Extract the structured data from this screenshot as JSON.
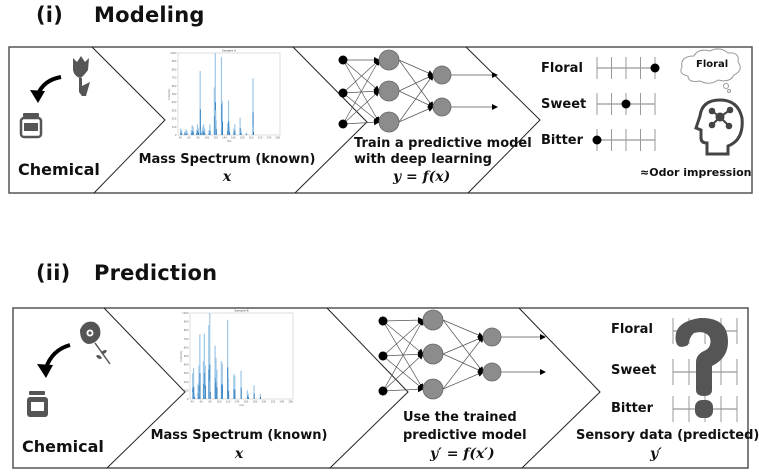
{
  "panels": [
    {
      "id": "modeling",
      "number": "(i)",
      "title": "Modeling",
      "chemical_label": "Chemical",
      "source_icon": "tulip-icon",
      "spectrum": {
        "label": "Mass Spectrum (known)",
        "symbol": "x",
        "plot_title": "Sample A",
        "xlabel": "m/z",
        "ylabel": "Intensity",
        "x_ticks": [
          40,
          60,
          80,
          100,
          120,
          140,
          160,
          180,
          200,
          220,
          240,
          260
        ],
        "y_ticks": [
          0,
          100,
          200,
          300,
          400,
          500,
          600,
          700,
          800,
          900,
          1000
        ],
        "peaks": [
          [
            41,
            80
          ],
          [
            43,
            60
          ],
          [
            50,
            40
          ],
          [
            53,
            70
          ],
          [
            55,
            50
          ],
          [
            65,
            60
          ],
          [
            67,
            120
          ],
          [
            69,
            100
          ],
          [
            77,
            60
          ],
          [
            79,
            130
          ],
          [
            81,
            80
          ],
          [
            85,
            780
          ],
          [
            87,
            60
          ],
          [
            91,
            100
          ],
          [
            93,
            130
          ],
          [
            95,
            80
          ],
          [
            105,
            60
          ],
          [
            107,
            130
          ],
          [
            117,
            580
          ],
          [
            119,
            1000
          ],
          [
            120,
            300
          ],
          [
            121,
            180
          ],
          [
            133,
            950
          ],
          [
            134,
            160
          ],
          [
            135,
            410
          ],
          [
            147,
            140
          ],
          [
            149,
            420
          ],
          [
            151,
            100
          ],
          [
            161,
            80
          ],
          [
            163,
            130
          ],
          [
            175,
            210
          ],
          [
            177,
            60
          ],
          [
            189,
            30
          ],
          [
            204,
            690
          ],
          [
            205,
            100
          ]
        ]
      },
      "model": {
        "label_line1": "Train a predictive model",
        "label_line2": "with deep learning",
        "equation": "y = f(x)"
      },
      "sensory": {
        "attributes": [
          {
            "name": "Floral",
            "level": 5,
            "scale_max": 5
          },
          {
            "name": "Sweet",
            "level": 3,
            "scale_max": 5
          },
          {
            "name": "Bitter",
            "level": 1,
            "scale_max": 5
          }
        ],
        "thought_bubble": "Floral",
        "caption": "≈Odor impression"
      }
    },
    {
      "id": "prediction",
      "number": "(ii)",
      "title": "Prediction",
      "chemical_label": "Chemical",
      "source_icon": "rose-icon",
      "spectrum": {
        "label": "Mass Spectrum (known)",
        "symbol": "x",
        "plot_title": "Sample B",
        "xlabel": "m/z",
        "ylabel": "Intensity",
        "x_ticks": [
          40,
          60,
          80,
          100,
          120,
          140,
          160,
          180,
          200,
          220,
          240,
          260
        ],
        "y_ticks": [
          0,
          100,
          200,
          300,
          400,
          500,
          600,
          700,
          800,
          900,
          1000
        ],
        "peaks": [
          [
            41,
            300
          ],
          [
            42,
            80
          ],
          [
            43,
            360
          ],
          [
            45,
            60
          ],
          [
            53,
            180
          ],
          [
            55,
            390
          ],
          [
            56,
            90
          ],
          [
            57,
            750
          ],
          [
            65,
            440
          ],
          [
            67,
            760
          ],
          [
            68,
            120
          ],
          [
            69,
            390
          ],
          [
            77,
            860
          ],
          [
            79,
            1000
          ],
          [
            80,
            210
          ],
          [
            91,
            620
          ],
          [
            93,
            480
          ],
          [
            95,
            340
          ],
          [
            105,
            440
          ],
          [
            107,
            410
          ],
          [
            119,
            920
          ],
          [
            121,
            240
          ],
          [
            133,
            290
          ],
          [
            135,
            270
          ],
          [
            149,
            330
          ],
          [
            163,
            100
          ],
          [
            165,
            60
          ],
          [
            178,
            160
          ],
          [
            192,
            60
          ]
        ]
      },
      "model": {
        "label_line1": "Use the trained",
        "label_line2": "predictive model",
        "equation": "y′ = f(x′)"
      },
      "sensory": {
        "attributes": [
          {
            "name": "Floral",
            "level": null,
            "scale_max": 5
          },
          {
            "name": "Sweet",
            "level": null,
            "scale_max": 5
          },
          {
            "name": "Bitter",
            "level": null,
            "scale_max": 5
          }
        ],
        "overlay_icon": "question-mark-icon",
        "caption": "Sensory data (predicted)",
        "symbol": "y′"
      }
    }
  ],
  "colors": {
    "stroke": "#222222",
    "frame": "#555555",
    "node_hidden": "#8c8c8c",
    "node_input": "#000000",
    "icon_gray": "#555555",
    "spectrum_light": "#9cc6e6",
    "spectrum_dark": "#2a7bbf",
    "scale_tick": "#9a9a9a"
  }
}
